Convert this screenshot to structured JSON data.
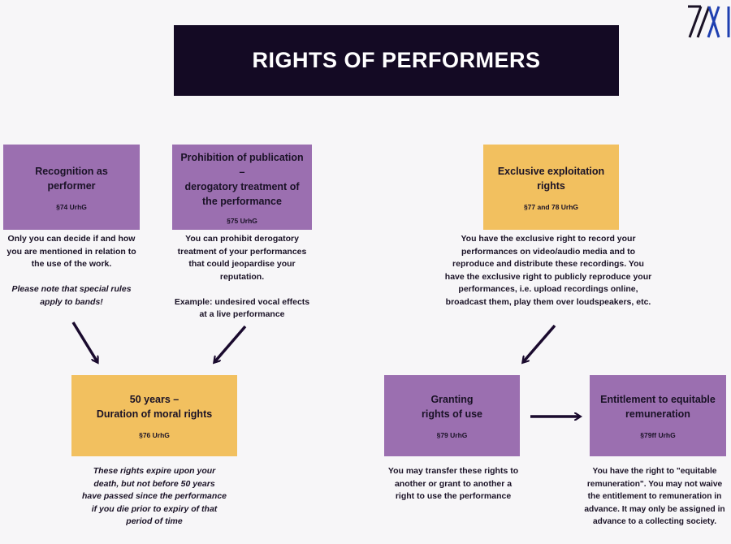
{
  "title": "RIGHTS OF PERFORMERS",
  "colors": {
    "title_bg": "#140a24",
    "purple": "#9b6fb0",
    "yellow": "#f2c05f",
    "arrow": "#1a0a2e",
    "logo_dark": "#1a1226",
    "logo_blue": "#1f3fb0"
  },
  "logo": {
    "icon": "logo-icon"
  },
  "boxes": {
    "recognition": {
      "title_lines": [
        "Recognition as",
        "performer"
      ],
      "ref": "§74 UrhG",
      "desc_lines": [
        "Only you can decide if and how",
        "you are mentioned in relation to",
        "the use of the work."
      ],
      "note_lines": [
        "Please note that special rules",
        "apply to bands!"
      ]
    },
    "prohibition": {
      "title_lines": [
        "Prohibition of publication –",
        "derogatory treatment of",
        "the performance"
      ],
      "ref": "§75 UrhG",
      "desc_lines": [
        "You can prohibit derogatory",
        "treatment of your performances",
        "that could jeopardise your",
        "reputation."
      ],
      "note_lines": [
        "Example: undesired vocal effects",
        "at a live performance"
      ]
    },
    "exclusive": {
      "title_lines": [
        "Exclusive exploitation",
        "rights"
      ],
      "ref": "§77 and 78 UrhG",
      "desc_lines": [
        "You have the exclusive right to record your",
        "performances on video/audio media and to",
        "reproduce and distribute these recordings. You",
        "have the exclusive right to publicly reproduce your",
        "performances, i.e. upload recordings online,",
        "broadcast them, play them over loudspeakers, etc."
      ]
    },
    "duration": {
      "title_lines": [
        "50 years –",
        "Duration of moral rights"
      ],
      "ref": "§76 UrhG",
      "desc_lines": [
        "These rights expire upon your",
        "death, but not before 50 years",
        "have passed since the performance",
        "if you die prior to expiry of that",
        "period of time"
      ]
    },
    "granting": {
      "title_lines": [
        "Granting",
        "rights of use"
      ],
      "ref": "§79 UrhG",
      "desc_lines": [
        "You may transfer these rights to",
        "another or grant to another a",
        "right to use the performance"
      ]
    },
    "remuneration": {
      "title_lines": [
        "Entitlement to equitable",
        "remuneration"
      ],
      "ref": "§79ff UrhG",
      "desc_lines": [
        "You have the right to \"equitable",
        "remuneration\". You may not waive",
        "the entitlement to remuneration in",
        "advance. It may only be assigned in",
        "advance to a collecting society."
      ]
    }
  },
  "arrows": [
    {
      "from": "recognition",
      "to": "duration"
    },
    {
      "from": "prohibition",
      "to": "duration"
    },
    {
      "from": "exclusive",
      "to": "granting"
    },
    {
      "from": "granting",
      "to": "remuneration"
    }
  ]
}
